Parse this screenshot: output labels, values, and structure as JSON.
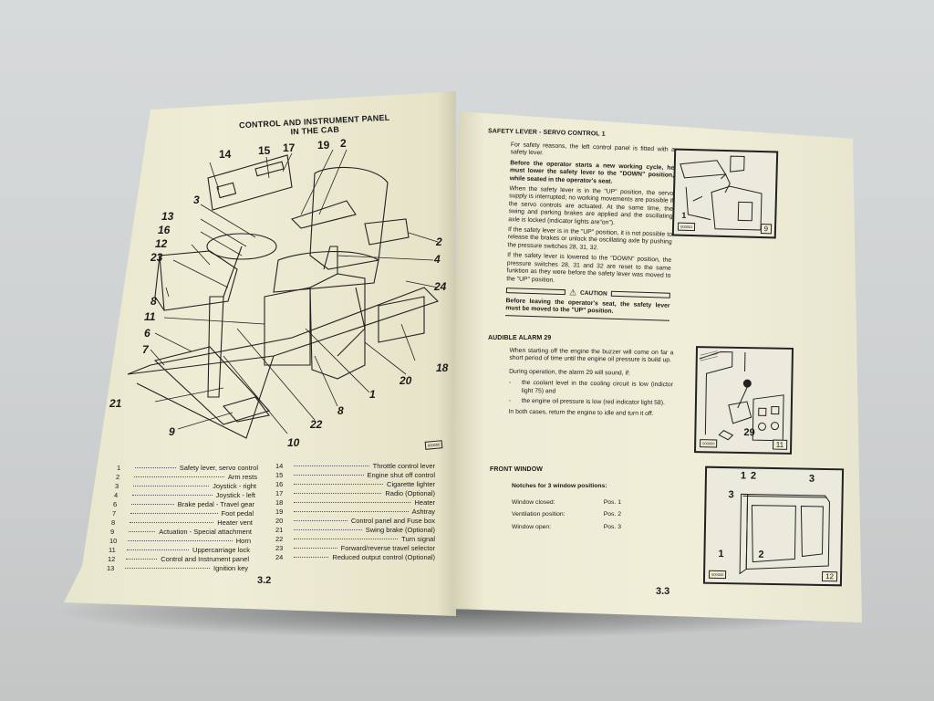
{
  "left_page": {
    "title_line1": "CONTROL AND INSTRUMENT PANEL",
    "title_line2": "IN THE CAB",
    "diagram_callouts": [
      "14",
      "15",
      "17",
      "19",
      "2",
      "3",
      "13",
      "16",
      "12",
      "23",
      "8",
      "11",
      "6",
      "7",
      "21",
      "9",
      "10",
      "22",
      "8",
      "1",
      "20",
      "18",
      "24",
      "4",
      "2"
    ],
    "figure_tag": "000000",
    "legend_left": [
      {
        "num": "1",
        "label": "Safety lever, servo control"
      },
      {
        "num": "2",
        "label": "Arm rests"
      },
      {
        "num": "3",
        "label": "Joystick - right"
      },
      {
        "num": "4",
        "label": "Joystick - left"
      },
      {
        "num": "6",
        "label": "Brake pedal - Travel gear"
      },
      {
        "num": "7",
        "label": "Foot pedal"
      },
      {
        "num": "8",
        "label": "Heater vent"
      },
      {
        "num": "9",
        "label": "Actuation - Special attachment"
      },
      {
        "num": "10",
        "label": "Horn"
      },
      {
        "num": "11",
        "label": "Uppercarriage lock"
      },
      {
        "num": "12",
        "label": "Control and Instrument panel"
      },
      {
        "num": "13",
        "label": "Ignition key"
      }
    ],
    "legend_right": [
      {
        "num": "14",
        "label": "Throttle control lever"
      },
      {
        "num": "15",
        "label": "Engine shut off control"
      },
      {
        "num": "16",
        "label": "Cigarette lighter"
      },
      {
        "num": "17",
        "label": "Radio (Optional)"
      },
      {
        "num": "18",
        "label": "Heater"
      },
      {
        "num": "19",
        "label": "Ashtray"
      },
      {
        "num": "20",
        "label": "Control panel and Fuse box"
      },
      {
        "num": "21",
        "label": "Swing brake (Optional)"
      },
      {
        "num": "22",
        "label": "Turn signal"
      },
      {
        "num": "23",
        "label": "Forward/reverse travel selector"
      },
      {
        "num": "24",
        "label": "Reduced output control (Optional)"
      }
    ],
    "page_number": "3.2"
  },
  "right_page": {
    "safety": {
      "heading": "SAFETY LEVER - SERVO CONTROL 1",
      "p1": "For safety reasons, the left control panel is fitted with a safety lever.",
      "p2_bold_tail": "Before the operator starts a new working cycle, he must lower the safety lever to the \"DOWN\" position, while seated in the operator's seat.",
      "p3": "When the safety lever is in the \"UP\" position, the servo supply is interrupted; no working movements are possible if the servo controls are actuated. At the same time, the swing and parking brakes are applied and the oscillating axle is locked (indicator lights are\"on\").",
      "p4": "If the safety lever is in the \"UP\" position, it is not possible to release the brakes or unlock the oscillating axle by pushing the pressure switches 28, 31, 32.",
      "p5": "If the safety lever is lowered to the \"DOWN\" position, the pressure switches 28, 31 and 32 are reset to the same funktion as they were before the safety lever was moved to the \"UP\" position.",
      "caution_label": "CAUTION",
      "caution_text": "Before leaving the operator's seat, the safety lever must be moved to the \"UP\" position.",
      "figure_number": "9",
      "figure_callout": "1",
      "figure_tag": "000001"
    },
    "alarm": {
      "heading": "AUDIBLE ALARM 29",
      "p1": "When starting off the engine the buzzer will come on far a short period of time until the engine oil pressure is build up.",
      "p2": "During operation, the alarm 29 will sound, if:",
      "bullets": [
        "the coolant level in the cooling circuit is low (indictor light 75) and",
        "the engine oil pressure is low (red  indicator light 58)."
      ],
      "p3": "In both cases, return the engine to idle and turn it off.",
      "figure_number": "11",
      "figure_callout": "29",
      "figure_tag": "000000"
    },
    "window": {
      "heading": "FRONT WINDOW",
      "intro": "Notches for 3 window positions:",
      "positions": [
        {
          "label": "Window closed:",
          "value": "Pos. 1"
        },
        {
          "label": "Ventilation position:",
          "value": "Pos. 2"
        },
        {
          "label": "Window open:",
          "value": "Pos. 3"
        }
      ],
      "figure_number": "12",
      "figure_callouts": [
        "1",
        "2",
        "3",
        "3",
        "1",
        "2"
      ],
      "figure_tag": "000000"
    },
    "page_number": "3.3"
  }
}
